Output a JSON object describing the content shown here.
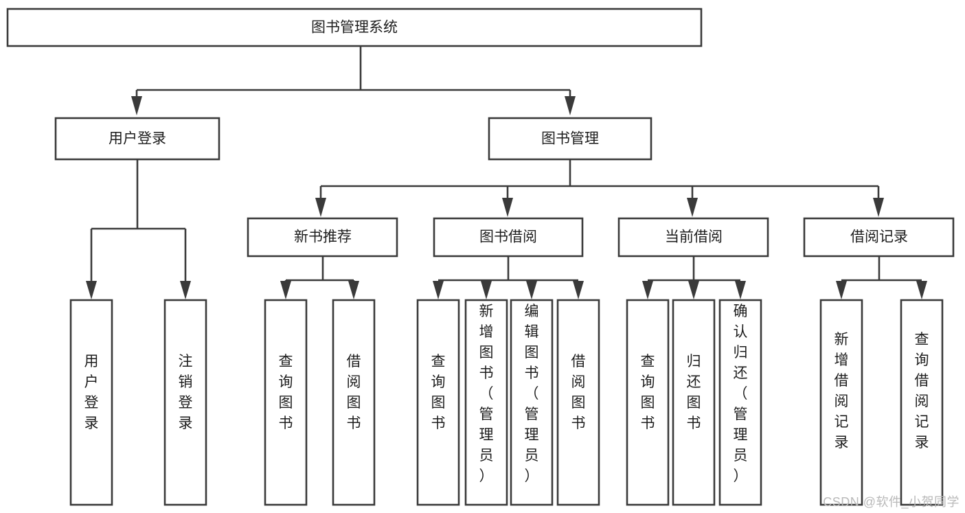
{
  "diagram": {
    "type": "tree",
    "title": "图书管理系统",
    "orientation": "top-down",
    "background_color": "#ffffff",
    "line_color": "#3a3a3a",
    "box_fill": "#ffffff",
    "text_color": "#1d1d1d",
    "root": {
      "label": "图书管理系统",
      "level": 0,
      "text_orientation": "horizontal"
    },
    "level1": [
      {
        "label": "用户登录",
        "text_orientation": "horizontal"
      },
      {
        "label": "图书管理",
        "text_orientation": "horizontal"
      }
    ],
    "level2": [
      {
        "label": "新书推荐",
        "parent": "图书管理",
        "text_orientation": "horizontal"
      },
      {
        "label": "图书借阅",
        "parent": "图书管理",
        "text_orientation": "horizontal"
      },
      {
        "label": "当前借阅",
        "parent": "图书管理",
        "text_orientation": "horizontal"
      },
      {
        "label": "借阅记录",
        "parent": "图书管理",
        "text_orientation": "horizontal"
      }
    ],
    "leaves": {
      "用户登录": [
        {
          "label": "用户登录",
          "text_orientation": "vertical"
        },
        {
          "label": "注销登录",
          "text_orientation": "vertical"
        }
      ],
      "新书推荐": [
        {
          "label": "查询图书",
          "text_orientation": "vertical"
        },
        {
          "label": "借阅图书",
          "text_orientation": "vertical"
        }
      ],
      "图书借阅": [
        {
          "label": "查询图书",
          "text_orientation": "vertical"
        },
        {
          "label": "新增图书（管理员）",
          "text_orientation": "vertical"
        },
        {
          "label": "编辑图书（管理员）",
          "text_orientation": "vertical"
        },
        {
          "label": "借阅图书",
          "text_orientation": "vertical"
        }
      ],
      "当前借阅": [
        {
          "label": "查询图书",
          "text_orientation": "vertical"
        },
        {
          "label": "归还图书",
          "text_orientation": "vertical"
        },
        {
          "label": "确认归还（管理员）",
          "text_orientation": "vertical"
        }
      ],
      "借阅记录": [
        {
          "label": "新增借阅记录",
          "text_orientation": "vertical"
        },
        {
          "label": "查询借阅记录",
          "text_orientation": "vertical"
        }
      ]
    }
  },
  "watermark": {
    "text": "CSDN @软件_小贺同学"
  }
}
